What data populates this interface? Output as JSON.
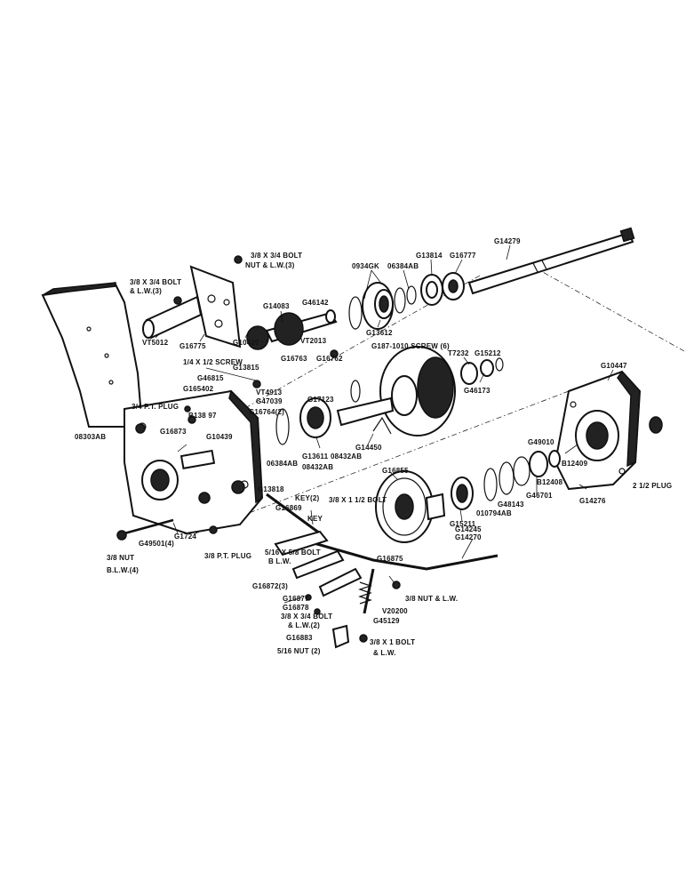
{
  "labels": [
    {
      "id": "g14279",
      "text": "G14279"
    },
    {
      "id": "g13814",
      "text": "G13814"
    },
    {
      "id": "g16777",
      "text": "G16777"
    },
    {
      "id": "bolt38",
      "text": "3/8 X 3/4 BOLT"
    },
    {
      "id": "nutlw3",
      "text": "NUT & L.W.(3)"
    },
    {
      "id": "o934gk",
      "text": "0934GK"
    },
    {
      "id": "o6384ab_top",
      "text": "06384AB"
    },
    {
      "id": "bolt_left",
      "text": "3/8 X 3/4 BOLT"
    },
    {
      "id": "blw3",
      "text": "& L.W.(3)"
    },
    {
      "id": "g14083",
      "text": "G14083"
    },
    {
      "id": "g46142",
      "text": "G46142"
    },
    {
      "id": "g13612",
      "text": "G13612"
    },
    {
      "id": "vt5012",
      "text": "VT5012"
    },
    {
      "id": "g16775",
      "text": "G16775"
    },
    {
      "id": "g10420",
      "text": "G10420"
    },
    {
      "id": "vt2013",
      "text": "VT2013"
    },
    {
      "id": "g187",
      "text": "G187-1010 SCREW (6)"
    },
    {
      "id": "t7232",
      "text": "T7232"
    },
    {
      "id": "g15212",
      "text": "G15212"
    },
    {
      "id": "g10447",
      "text": "G10447"
    },
    {
      "id": "screw14",
      "text": "1/4 X 1/2 SCREW"
    },
    {
      "id": "g13815",
      "text": "G13815"
    },
    {
      "id": "g16763",
      "text": "G16763"
    },
    {
      "id": "g16762",
      "text": "G16762"
    },
    {
      "id": "g46173",
      "text": "G46173"
    },
    {
      "id": "g46815",
      "text": "G46815"
    },
    {
      "id": "vt4913",
      "text": "VT4913"
    },
    {
      "id": "g47039",
      "text": "G47039"
    },
    {
      "id": "g165402",
      "text": "G165402"
    },
    {
      "id": "g16764",
      "text": "G16764(2)"
    },
    {
      "id": "g17123",
      "text": "G17123"
    },
    {
      "id": "ptplug_top",
      "text": "3/4 P.T. PLUG"
    },
    {
      "id": "b13897",
      "text": "B138 97"
    },
    {
      "id": "g16873",
      "text": "G16873"
    },
    {
      "id": "g10439",
      "text": "G10439"
    },
    {
      "id": "o8303ab",
      "text": "08303AB"
    },
    {
      "id": "g14450",
      "text": "G14450"
    },
    {
      "id": "g13611",
      "text": "G13611"
    },
    {
      "id": "o8432ab_a",
      "text": "08432AB"
    },
    {
      "id": "o6384ab_mid",
      "text": "06384AB"
    },
    {
      "id": "o8432ab_b",
      "text": "08432AB"
    },
    {
      "id": "g49010",
      "text": "G49010"
    },
    {
      "id": "g16855",
      "text": "G16855"
    },
    {
      "id": "b12409",
      "text": "B12409"
    },
    {
      "id": "b12408",
      "text": "B12408"
    },
    {
      "id": "g46701",
      "text": "G46701"
    },
    {
      "id": "g48143",
      "text": "G48143"
    },
    {
      "id": "o10794ab",
      "text": "010794AB"
    },
    {
      "id": "g15211",
      "text": "G15211"
    },
    {
      "id": "g14276",
      "text": "G14276"
    },
    {
      "id": "plug212",
      "text": "2 1/2 PLUG"
    },
    {
      "id": "g13818",
      "text": "G13818"
    },
    {
      "id": "key2",
      "text": "KEY(2)"
    },
    {
      "id": "bolt_x1",
      "text": "3/8 X 1 1/2 BOLT"
    },
    {
      "id": "g16869",
      "text": "G16869"
    },
    {
      "id": "key",
      "text": "KEY"
    },
    {
      "id": "g49501",
      "text": "G49501(4)"
    },
    {
      "id": "g1724",
      "text": "G1724"
    },
    {
      "id": "ptplug_bot",
      "text": "3/8 P.T. PLUG"
    },
    {
      "id": "nut_blw4",
      "text": "3/8 NUT"
    },
    {
      "id": "blw4",
      "text": "B.L.W.(4)"
    },
    {
      "id": "g14245",
      "text": "G14245"
    },
    {
      "id": "g14270",
      "text": "G14270"
    },
    {
      "id": "bolt516",
      "text": "5/16 X 5/8 BOLT"
    },
    {
      "id": "blw",
      "text": "B L.W."
    },
    {
      "id": "g16875",
      "text": "G16875"
    },
    {
      "id": "g16872",
      "text": "G16872(3)"
    },
    {
      "id": "nutlw",
      "text": "3/8 NUT & L.W."
    },
    {
      "id": "g16877",
      "text": "G16877"
    },
    {
      "id": "g16878",
      "text": "G16878"
    },
    {
      "id": "v20200",
      "text": "V20200"
    },
    {
      "id": "bolt38b",
      "text": "3/8 X 3/4 BOLT"
    },
    {
      "id": "blw2",
      "text": "& L.W.(2)"
    },
    {
      "id": "g45129",
      "text": "G45129"
    },
    {
      "id": "g16883",
      "text": "G16883"
    },
    {
      "id": "bolt_x1b",
      "text": "3/8 X 1 BOLT"
    },
    {
      "id": "nut2",
      "text": "5/16 NUT (2)"
    },
    {
      "id": "blw_b",
      "text": "& L.W."
    }
  ]
}
